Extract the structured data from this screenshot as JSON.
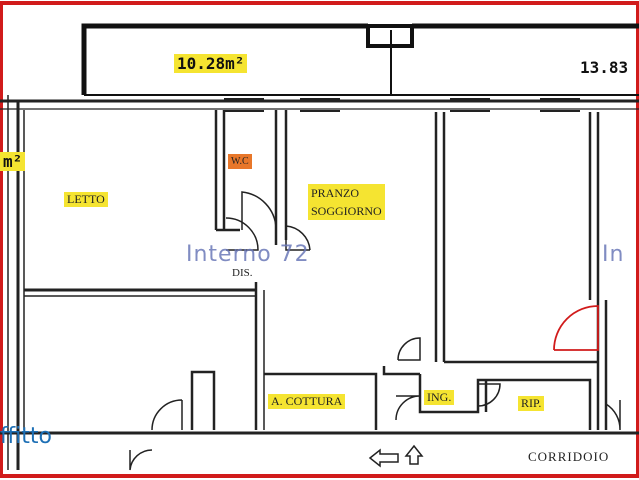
{
  "areas": {
    "balcony_left": "10.28m²",
    "balcony_right": "13.83",
    "left_partial": "m²"
  },
  "rooms": {
    "letto": "LETTO",
    "wc": "W.C",
    "pranzo_line1": "PRANZO",
    "pranzo_line2": "SOGGIORNO",
    "dis": "DIS.",
    "cottura": "A. COTTURA",
    "ing": "ING.",
    "rip": "RIP.",
    "corridoio": "CORRIDOIO"
  },
  "units": {
    "interno_72": "Interno 72",
    "interno_partial": "In"
  },
  "watermark": "ffitto",
  "colors": {
    "highlight": "#f5e431",
    "wc_highlight": "#e8772a",
    "border_red": "#d11b1b",
    "interno_text": "#6b78b8",
    "watermark": "#1d6fb5"
  }
}
